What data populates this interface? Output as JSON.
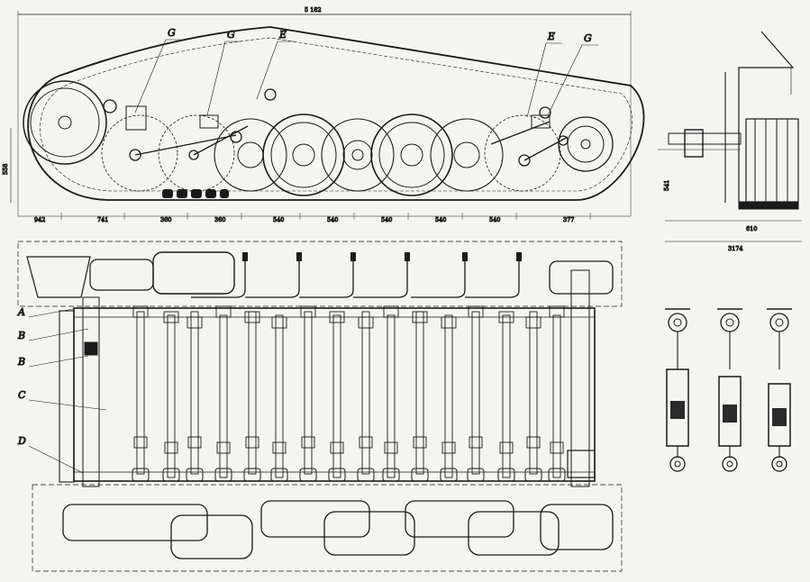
{
  "drawing": {
    "colors": {
      "paper": "#f4f4f1",
      "ink": "#1a1a1a",
      "fill": "#2b2b2b"
    },
    "side_view": {
      "overall_length": "5 182",
      "height": "558",
      "callouts_top": [
        "G",
        "G",
        "E",
        "E",
        "G"
      ],
      "spacing_dims": [
        "942",
        "741",
        "360",
        "360",
        "540",
        "540",
        "540",
        "540",
        "540",
        "377"
      ]
    },
    "front_view": {
      "width": "3174",
      "track_width": "610",
      "height": "541"
    },
    "plan_view": {
      "part_labels": [
        "A",
        "B",
        "B",
        "C",
        "D"
      ]
    }
  }
}
